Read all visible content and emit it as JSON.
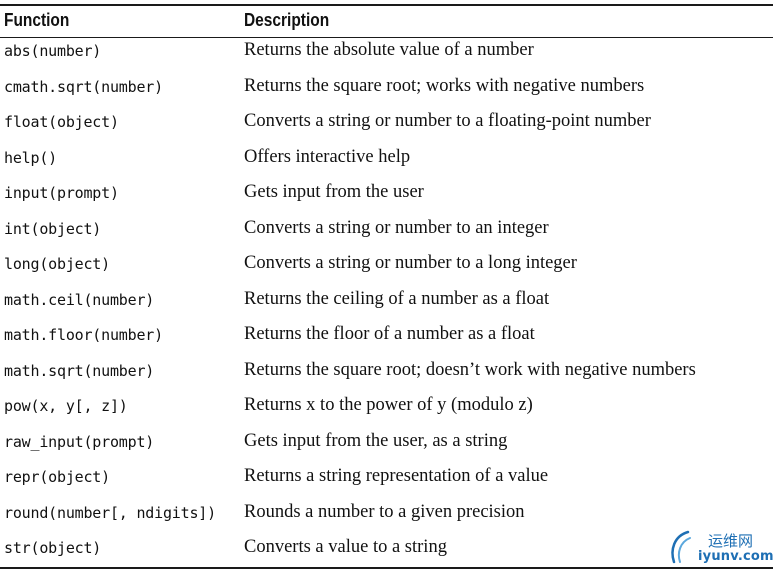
{
  "table": {
    "headers": {
      "function": "Function",
      "description": "Description"
    },
    "rows": [
      {
        "function": "abs(number)",
        "description": "Returns the absolute value of a number"
      },
      {
        "function": "cmath.sqrt(number)",
        "description": "Returns the square root; works with negative numbers"
      },
      {
        "function": "float(object)",
        "description": "Converts a string or number to a floating-point number"
      },
      {
        "function": "help()",
        "description": "Offers interactive help"
      },
      {
        "function": "input(prompt)",
        "description": "Gets input from the user"
      },
      {
        "function": "int(object)",
        "description": "Converts a string or number to an integer"
      },
      {
        "function": "long(object)",
        "description": "Converts a string or number to a long integer"
      },
      {
        "function": "math.ceil(number)",
        "description": "Returns the ceiling of a number as a float"
      },
      {
        "function": "math.floor(number)",
        "description": "Returns the floor of a number as a float"
      },
      {
        "function": "math.sqrt(number)",
        "description": "Returns the square root; doesn’t work with negative numbers"
      },
      {
        "function": "pow(x, y[, z])",
        "description": "Returns x to the power of y (modulo z)"
      },
      {
        "function": "raw_input(prompt)",
        "description": "Gets input from the user, as a string"
      },
      {
        "function": "repr(object)",
        "description": "Returns a string representation of a value"
      },
      {
        "function": "round(number[, ndigits])",
        "description": "Rounds a number to a given precision"
      },
      {
        "function": "str(object)",
        "description": "Converts a value to a string"
      }
    ]
  },
  "watermark": {
    "text_cn": "运维网",
    "url": "iyunv.com",
    "color": "#1e6fb4"
  }
}
